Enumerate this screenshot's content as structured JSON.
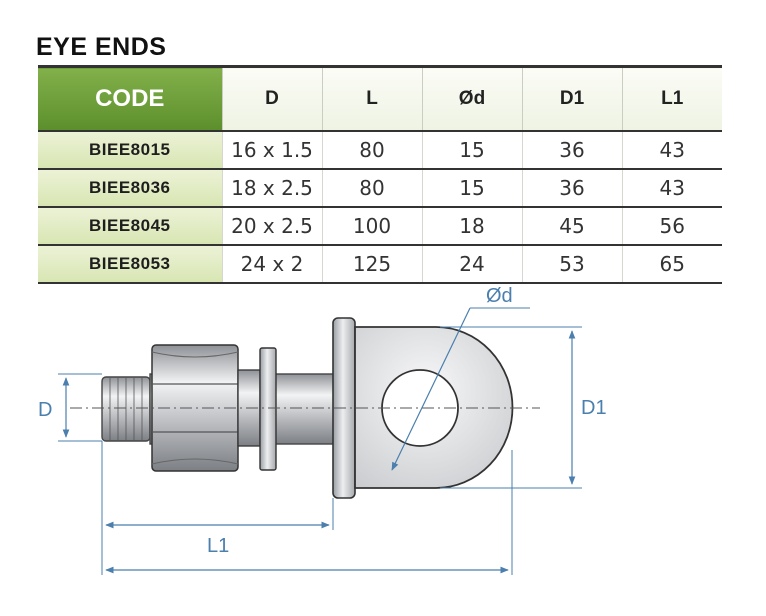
{
  "title": "EYE ENDS",
  "table": {
    "headers": [
      "CODE",
      "D",
      "L",
      "Ød",
      "D1",
      "L1"
    ],
    "rows": [
      [
        "BIEE8015",
        "16 x 1.5",
        "80",
        "15",
        "36",
        "43"
      ],
      [
        "BIEE8036",
        "18 x 2.5",
        "80",
        "15",
        "36",
        "43"
      ],
      [
        "BIEE8045",
        "20 x 2.5",
        "100",
        "18",
        "45",
        "56"
      ],
      [
        "BIEE8053",
        "24 x 2",
        "125",
        "24",
        "53",
        "65"
      ]
    ]
  },
  "drawing": {
    "label_d": "D",
    "label_diameter": "Ød",
    "label_d1": "D1",
    "label_l1": "L1",
    "dimension_color": "#4a7fae"
  }
}
